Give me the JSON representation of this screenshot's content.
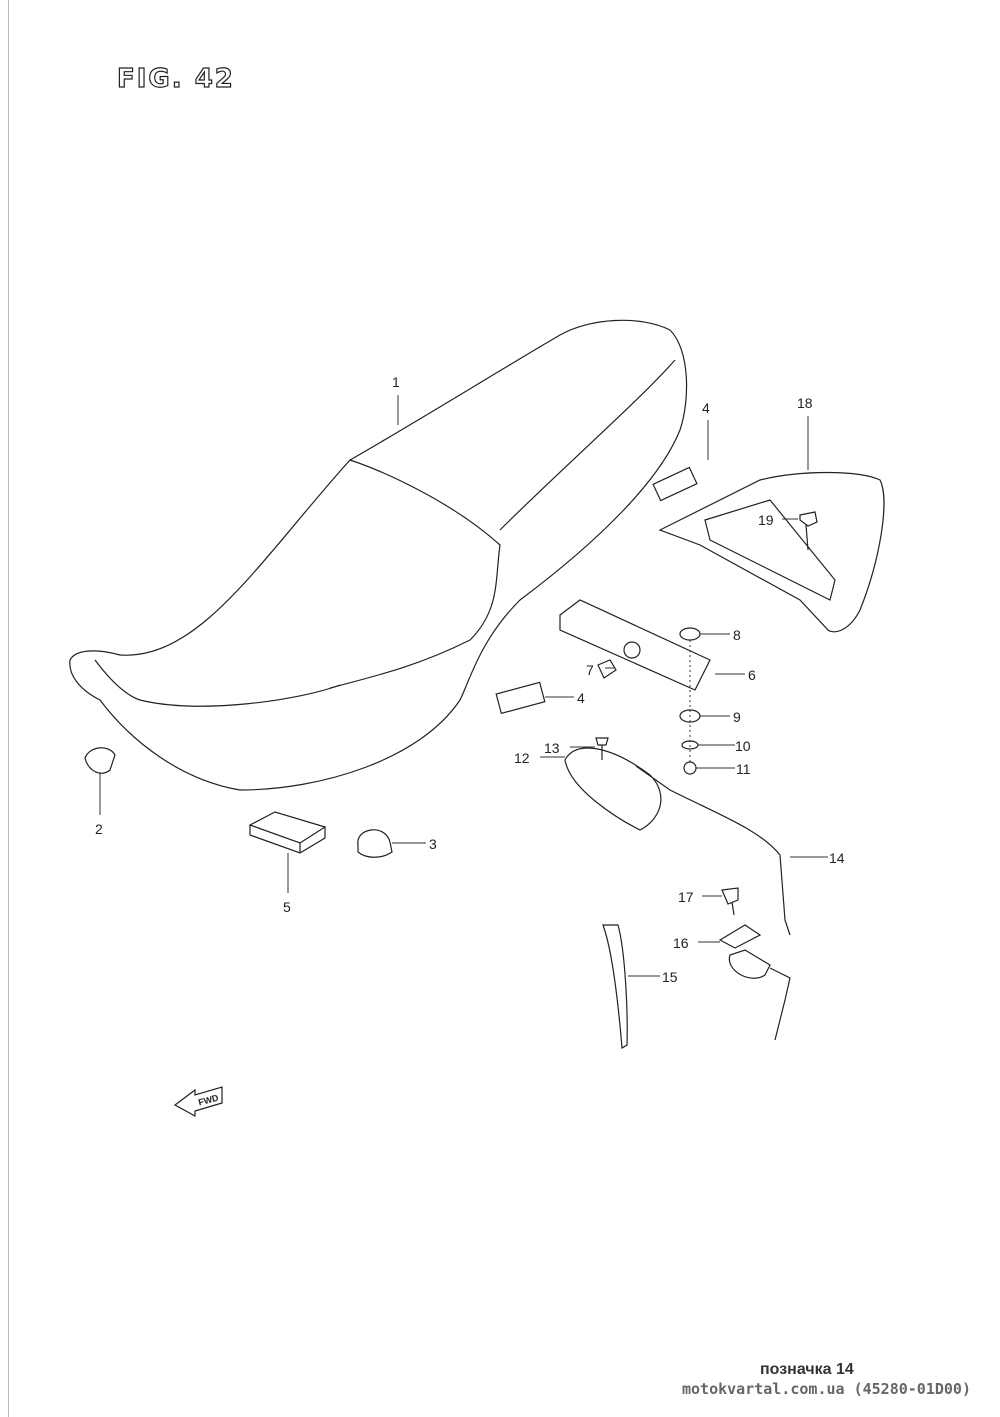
{
  "figure_title": "FIG. 42",
  "direction_label": "FWD",
  "callouts": [
    "1",
    "2",
    "3",
    "4",
    "4",
    "5",
    "6",
    "7",
    "8",
    "9",
    "10",
    "11",
    "12",
    "13",
    "14",
    "15",
    "16",
    "17",
    "18",
    "19"
  ],
  "footer": {
    "line1": "позначка 14",
    "line2": "motokvartal.com.ua (45280-01D00)"
  }
}
